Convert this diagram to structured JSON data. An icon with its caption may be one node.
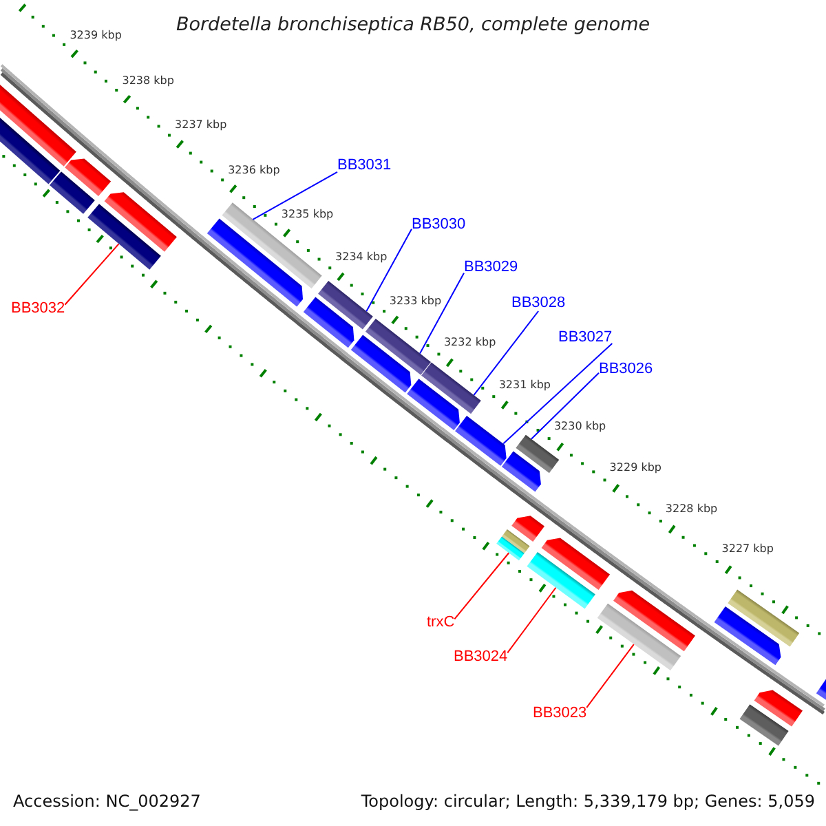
{
  "diagram": {
    "title": "Bordetella bronchiseptica RB50, complete genome",
    "nodes": [
      {
        "text": [
          "BB3031"
        ]
      },
      {
        "text": [
          "BB3030"
        ]
      },
      {
        "text": [
          "BB3029"
        ]
      },
      {
        "text": [
          "BB3028"
        ]
      },
      {
        "text": [
          "BB3032"
        ]
      },
      {
        "text": [
          "BB3027"
        ]
      },
      {
        "text": [
          "BB3026"
        ]
      },
      {
        "text": [
          "trxC"
        ]
      },
      {
        "text": [
          "BB3024"
        ]
      },
      {
        "text": [
          "BB3023"
        ]
      },
      {
        "text": [],
        "shape": "pentagon"
      },
      {
        "text": [],
        "shape": "bar"
      },
      {
        "text": [],
        "shape": "bar"
      },
      {
        "text": [],
        "shape": "pentagon"
      },
      {
        "text": [],
        "shape": "bar"
      },
      {
        "text": [],
        "shape": "pentagon"
      },
      {
        "text": [],
        "shape": "pentagon"
      },
      {
        "text": [],
        "shape": "bar"
      },
      {
        "text": [],
        "shape": "pentagon"
      },
      {
        "text": [],
        "shape": "bar"
      },
      {
        "text": [],
        "shape": "pentagon"
      },
      {
        "text": [],
        "shape": "bar"
      },
      {
        "text": [],
        "shape": "pentagon"
      },
      {
        "text": [],
        "shape": "bar"
      },
      {
        "text": [],
        "shape": "pentagon"
      },
      {
        "text": [],
        "shape": "bar"
      },
      {
        "text": [],
        "shape": "pentagon"
      },
      {
        "text": [],
        "shape": "bar"
      },
      {
        "text": [],
        "shape": "pentagon"
      },
      {
        "text": [],
        "shape": "bar"
      },
      {
        "text": [],
        "shape": "pentagon"
      },
      {
        "text": [],
        "shape": "bar"
      },
      {
        "text": [],
        "shape": "pentagon"
      },
      {
        "text": [],
        "shape": "pentagon"
      },
      {
        "text": [],
        "shape": "bar"
      },
      {
        "text": [],
        "shape": "bar"
      },
      {
        "text": [],
        "shape": "pentagon"
      },
      {
        "text": [],
        "shape": "pentagon"
      }
    ],
    "edges": [
      {
        "from": 0,
        "to": 17,
        "arrow": "none"
      },
      {
        "from": 1,
        "to": 19,
        "arrow": "none"
      },
      {
        "from": 2,
        "to": 21,
        "arrow": "none"
      },
      {
        "from": 3,
        "to": 23,
        "arrow": "none"
      },
      {
        "from": 4,
        "to": 14,
        "arrow": "none",
        "color": "#ff0000"
      },
      {
        "from": 5,
        "to": 24,
        "arrow": "none"
      },
      {
        "from": 6,
        "to": 27,
        "arrow": "none"
      },
      {
        "from": 7,
        "to": 25,
        "arrow": "none",
        "color": "#ff0000"
      },
      {
        "from": 8,
        "to": 29,
        "arrow": "none",
        "color": "#ff0000"
      },
      {
        "from": 9,
        "to": 31,
        "arrow": "none",
        "color": "#ff0000"
      }
    ],
    "labels": [
      "3239 kbp",
      "3238 kbp",
      "3237 kbp",
      "3236 kbp",
      "3235 kbp",
      "3234 kbp",
      "3233 kbp",
      "3232 kbp",
      "3231 kbp",
      "3230 kbp",
      "3229 kbp",
      "3228 kbp",
      "3227 kbp",
      "Accession: NC_002927",
      "Topology: circular; Length: 5,339,179 bp; Genes: 5,059"
    ]
  }
}
